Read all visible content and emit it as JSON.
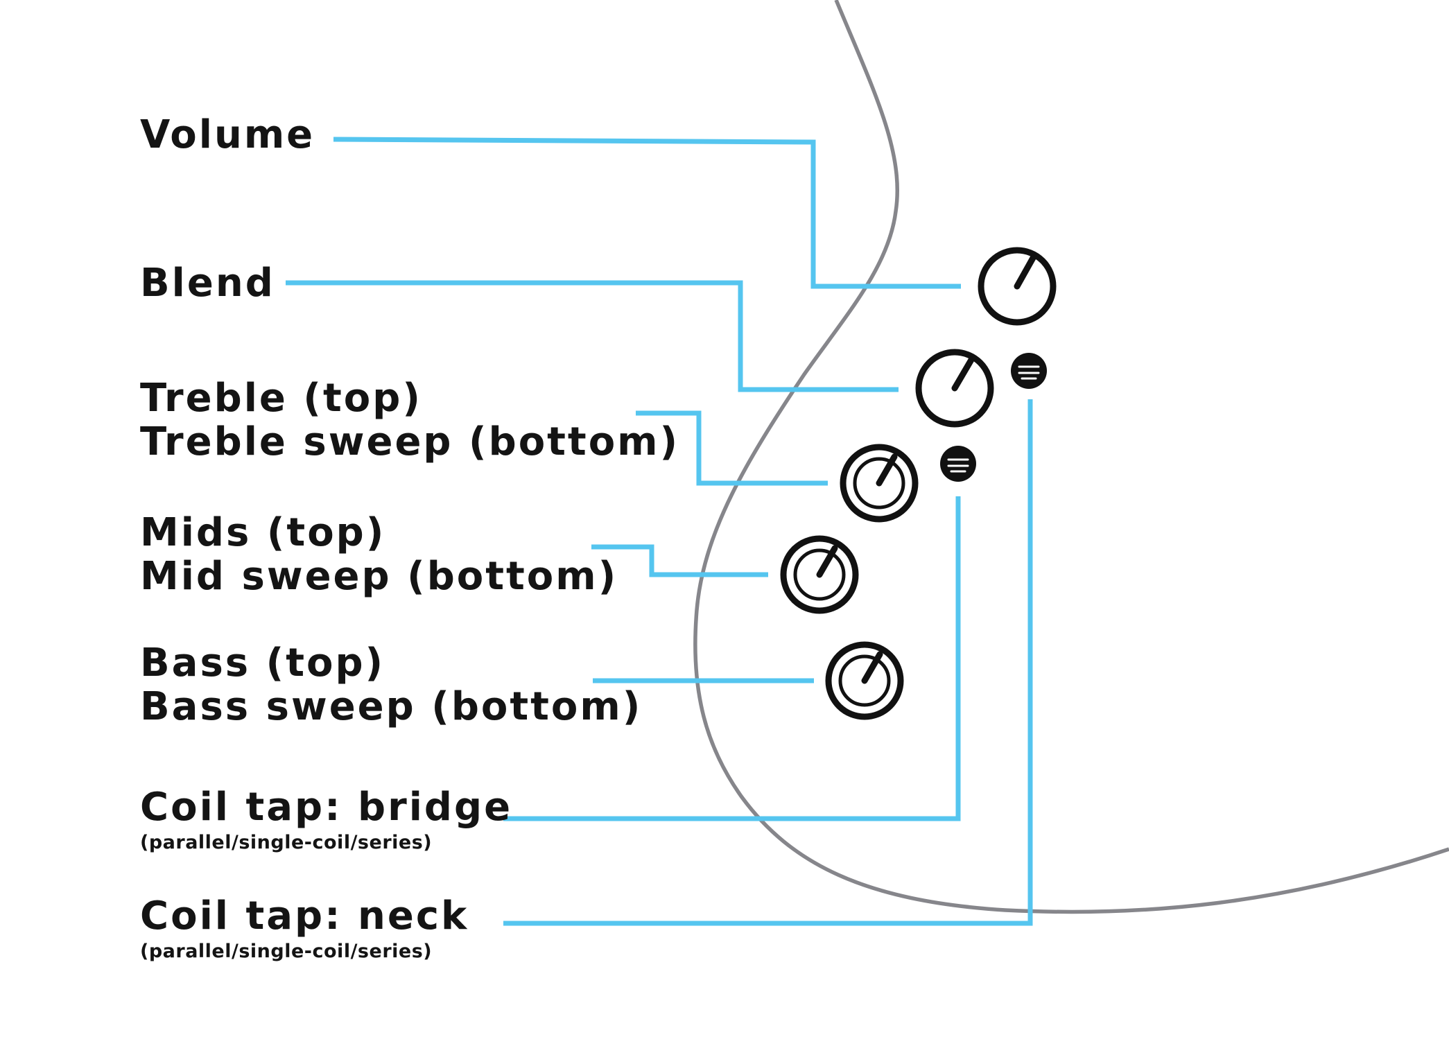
{
  "labels": {
    "volume": "Volume",
    "blend": "Blend",
    "treble_top": "Treble (top)",
    "treble_bottom": "Treble sweep (bottom)",
    "mids_top": "Mids (top)",
    "mids_bottom": "Mid sweep (bottom)",
    "bass_top": "Bass (top)",
    "bass_bottom": "Bass sweep (bottom)",
    "coil_bridge": "Coil tap: bridge",
    "coil_bridge_note": "(parallel/single-coil/series)",
    "coil_neck": "Coil tap: neck",
    "coil_neck_note": "(parallel/single-coil/series)"
  },
  "colors": {
    "leader": "#55c5ef",
    "outline": "#86868b",
    "text": "#141414",
    "control": "#111111"
  }
}
